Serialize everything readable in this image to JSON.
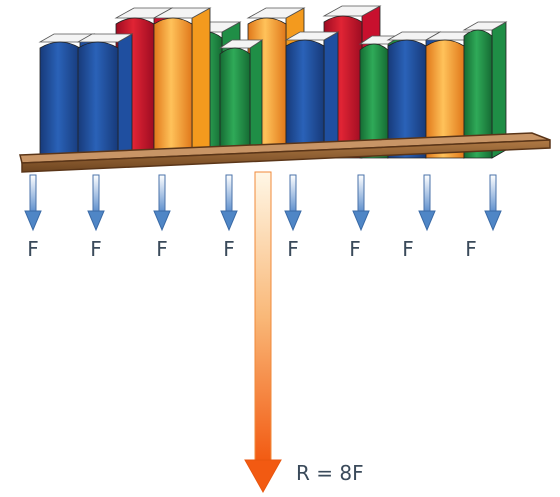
{
  "diagram": {
    "force_labels": [
      "F",
      "F",
      "F",
      "F",
      "F",
      "F",
      "F",
      "F"
    ],
    "resultant_label": "R = 8F",
    "colors": {
      "blue": "#1f4fa0",
      "red": "#c8102e",
      "orange": "#f39a1e",
      "green": "#1f8e46",
      "shelf": "#8a5a2e",
      "force_arrow": "#6b9bd1",
      "resultant_arrow": "#f26a1b"
    },
    "books": [
      {
        "color": "blue"
      },
      {
        "color": "blue"
      },
      {
        "color": "red"
      },
      {
        "color": "orange"
      },
      {
        "color": "green"
      },
      {
        "color": "green"
      },
      {
        "color": "orange"
      },
      {
        "color": "blue"
      },
      {
        "color": "red"
      },
      {
        "color": "green"
      },
      {
        "color": "blue"
      },
      {
        "color": "orange"
      },
      {
        "color": "green"
      }
    ]
  }
}
